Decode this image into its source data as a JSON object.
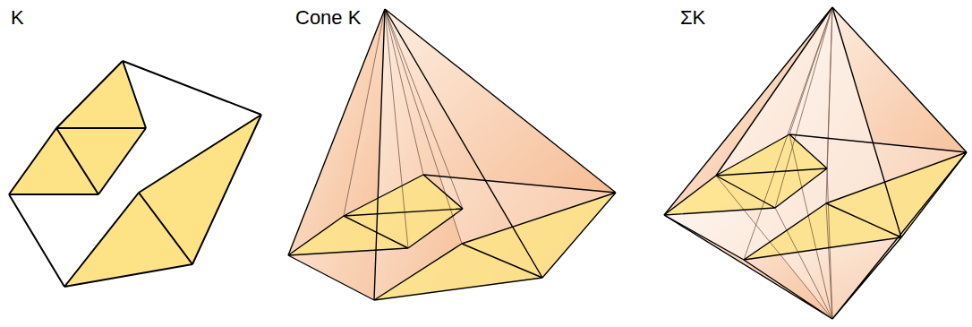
{
  "diagram": {
    "labels": [
      "K",
      "Cone K",
      "ΣK"
    ]
  }
}
